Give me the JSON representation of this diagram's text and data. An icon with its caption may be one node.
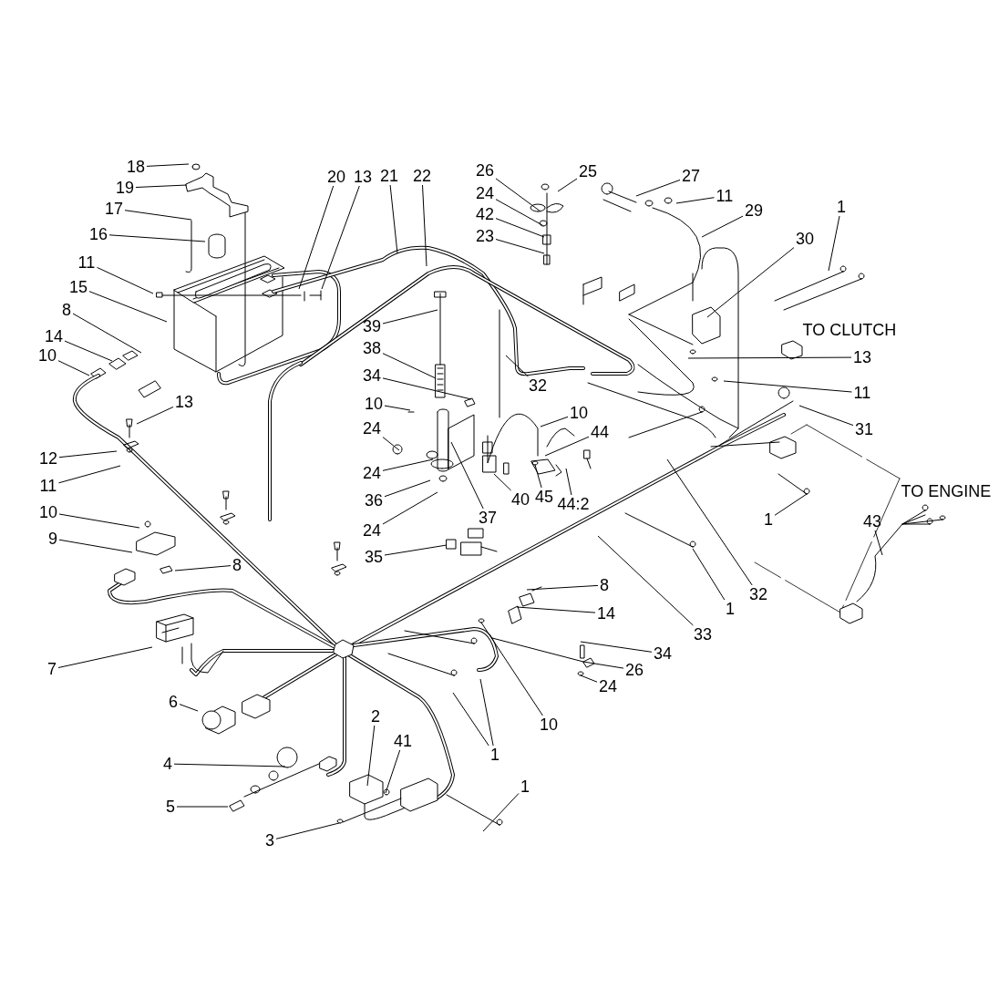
{
  "diagram": {
    "nodes": [
      {
        "text": [
          "18"
        ]
      },
      {
        "text": [
          "25"
        ]
      },
      {
        "text": [
          "26"
        ]
      },
      {
        "text": [
          "20"
        ]
      },
      {
        "text": [
          "13"
        ]
      },
      {
        "text": [
          "21"
        ]
      },
      {
        "text": [
          "22"
        ]
      },
      {
        "text": [
          "27"
        ]
      },
      {
        "text": [
          "19"
        ]
      },
      {
        "text": [
          "24"
        ]
      },
      {
        "text": [
          "11"
        ]
      },
      {
        "text": [
          "1"
        ]
      },
      {
        "text": [
          "17"
        ]
      },
      {
        "text": [
          "29"
        ]
      },
      {
        "text": [
          "42"
        ]
      },
      {
        "text": [
          "16"
        ]
      },
      {
        "text": [
          "23"
        ]
      },
      {
        "text": [
          "30"
        ]
      },
      {
        "text": [
          "11"
        ]
      },
      {
        "text": [
          "15"
        ]
      },
      {
        "text": [
          "8"
        ]
      },
      {
        "text": [
          "39"
        ]
      },
      {
        "text": [
          "14"
        ]
      },
      {
        "text": [
          "38"
        ]
      },
      {
        "text": [
          "10"
        ]
      },
      {
        "text": [
          "13"
        ]
      },
      {
        "text": [
          "34"
        ]
      },
      {
        "text": [
          "32"
        ]
      },
      {
        "text": [
          "11"
        ]
      },
      {
        "text": [
          "13"
        ]
      },
      {
        "text": [
          "10"
        ]
      },
      {
        "text": [
          "10"
        ]
      },
      {
        "text": [
          "31"
        ]
      },
      {
        "text": [
          "24"
        ]
      },
      {
        "text": [
          "44"
        ]
      },
      {
        "text": [
          "12"
        ]
      },
      {
        "text": [
          "24"
        ]
      },
      {
        "text": [
          "11"
        ]
      },
      {
        "text": [
          "36"
        ]
      },
      {
        "text": [
          "40"
        ]
      },
      {
        "text": [
          "45"
        ]
      },
      {
        "text": [
          "44:2"
        ]
      },
      {
        "text": [
          "10"
        ]
      },
      {
        "text": [
          "37"
        ]
      },
      {
        "text": [
          "1"
        ]
      },
      {
        "text": [
          "43"
        ]
      },
      {
        "text": [
          "24"
        ]
      },
      {
        "text": [
          "9"
        ]
      },
      {
        "text": [
          "35"
        ]
      },
      {
        "text": [
          "8"
        ]
      },
      {
        "text": [
          "8"
        ]
      },
      {
        "text": [
          "32"
        ]
      },
      {
        "text": [
          "1"
        ]
      },
      {
        "text": [
          "14"
        ]
      },
      {
        "text": [
          "33"
        ]
      },
      {
        "text": [
          "34"
        ]
      },
      {
        "text": [
          "7"
        ]
      },
      {
        "text": [
          "26"
        ]
      },
      {
        "text": [
          "24"
        ]
      },
      {
        "text": [
          "6"
        ]
      },
      {
        "text": [
          "2"
        ]
      },
      {
        "text": [
          "10"
        ]
      },
      {
        "text": [
          "41"
        ]
      },
      {
        "text": [
          "1"
        ]
      },
      {
        "text": [
          "4"
        ]
      },
      {
        "text": [
          "1"
        ]
      },
      {
        "text": [
          "5"
        ]
      },
      {
        "text": [
          "3"
        ]
      }
    ],
    "edges": [
      {
        "from": 0,
        "to": null,
        "arrow": "none"
      },
      {
        "from": 1,
        "to": null,
        "arrow": "none"
      },
      {
        "from": 2,
        "to": null,
        "arrow": "none"
      },
      {
        "from": 3,
        "to": null,
        "arrow": "none"
      },
      {
        "from": 4,
        "to": null,
        "arrow": "none"
      },
      {
        "from": 5,
        "to": null,
        "arrow": "none"
      },
      {
        "from": 6,
        "to": null,
        "arrow": "none"
      },
      {
        "from": 7,
        "to": null,
        "arrow": "none"
      },
      {
        "from": 8,
        "to": null,
        "arrow": "none"
      },
      {
        "from": 9,
        "to": null,
        "arrow": "none"
      },
      {
        "from": 10,
        "to": null,
        "arrow": "none"
      },
      {
        "from": 11,
        "to": null,
        "arrow": "none"
      },
      {
        "from": 12,
        "to": null,
        "arrow": "none"
      },
      {
        "from": 13,
        "to": null,
        "arrow": "none"
      },
      {
        "from": 14,
        "to": null,
        "arrow": "none"
      },
      {
        "from": 15,
        "to": null,
        "arrow": "none"
      },
      {
        "from": 16,
        "to": null,
        "arrow": "none"
      },
      {
        "from": 17,
        "to": null,
        "arrow": "none"
      },
      {
        "from": 18,
        "to": null,
        "arrow": "none"
      },
      {
        "from": 19,
        "to": null,
        "arrow": "none"
      },
      {
        "from": 20,
        "to": null,
        "arrow": "none"
      },
      {
        "from": 21,
        "to": null,
        "arrow": "none"
      },
      {
        "from": 22,
        "to": null,
        "arrow": "none"
      },
      {
        "from": 23,
        "to": null,
        "arrow": "none"
      },
      {
        "from": 24,
        "to": null,
        "arrow": "none"
      },
      {
        "from": 25,
        "to": null,
        "arrow": "none"
      },
      {
        "from": 26,
        "to": null,
        "arrow": "none"
      },
      {
        "from": 27,
        "to": null,
        "arrow": "none"
      },
      {
        "from": 28,
        "to": null,
        "arrow": "none"
      },
      {
        "from": 29,
        "to": null,
        "arrow": "none"
      },
      {
        "from": 30,
        "to": null,
        "arrow": "none"
      },
      {
        "from": 31,
        "to": null,
        "arrow": "none"
      },
      {
        "from": 32,
        "to": null,
        "arrow": "none"
      },
      {
        "from": 33,
        "to": null,
        "arrow": "none"
      },
      {
        "from": 34,
        "to": null,
        "arrow": "none"
      },
      {
        "from": 35,
        "to": null,
        "arrow": "none"
      },
      {
        "from": 36,
        "to": null,
        "arrow": "none"
      },
      {
        "from": 37,
        "to": null,
        "arrow": "none"
      },
      {
        "from": 38,
        "to": null,
        "arrow": "none"
      },
      {
        "from": 39,
        "to": null,
        "arrow": "none"
      },
      {
        "from": 40,
        "to": null,
        "arrow": "none"
      },
      {
        "from": 41,
        "to": null,
        "arrow": "none"
      },
      {
        "from": 42,
        "to": null,
        "arrow": "none"
      },
      {
        "from": 43,
        "to": null,
        "arrow": "none"
      },
      {
        "from": 44,
        "to": null,
        "arrow": "none"
      },
      {
        "from": 45,
        "to": null,
        "arrow": "none"
      },
      {
        "from": 46,
        "to": null,
        "arrow": "none"
      },
      {
        "from": 47,
        "to": null,
        "arrow": "none"
      },
      {
        "from": 48,
        "to": null,
        "arrow": "none"
      },
      {
        "from": 49,
        "to": null,
        "arrow": "none"
      },
      {
        "from": 50,
        "to": null,
        "arrow": "none"
      },
      {
        "from": 51,
        "to": null,
        "arrow": "none"
      },
      {
        "from": 52,
        "to": null,
        "arrow": "none"
      },
      {
        "from": 53,
        "to": null,
        "arrow": "none"
      },
      {
        "from": 54,
        "to": null,
        "arrow": "none"
      },
      {
        "from": 55,
        "to": null,
        "arrow": "none"
      },
      {
        "from": 56,
        "to": null,
        "arrow": "none"
      },
      {
        "from": 57,
        "to": null,
        "arrow": "none"
      },
      {
        "from": 58,
        "to": null,
        "arrow": "none"
      },
      {
        "from": 59,
        "to": null,
        "arrow": "none"
      },
      {
        "from": 60,
        "to": null,
        "arrow": "none"
      },
      {
        "from": 61,
        "to": null,
        "arrow": "none"
      },
      {
        "from": 62,
        "to": null,
        "arrow": "none"
      },
      {
        "from": 63,
        "to": null,
        "arrow": "none"
      },
      {
        "from": 63,
        "to": null,
        "arrow": "none"
      },
      {
        "from": 64,
        "to": null,
        "arrow": "none"
      },
      {
        "from": 65,
        "to": null,
        "arrow": "none"
      },
      {
        "from": 66,
        "to": null,
        "arrow": "none"
      },
      {
        "from": 67,
        "to": null,
        "arrow": "none"
      }
    ],
    "labels": [
      "TO CLUTCH",
      "TO ENGINE"
    ]
  }
}
